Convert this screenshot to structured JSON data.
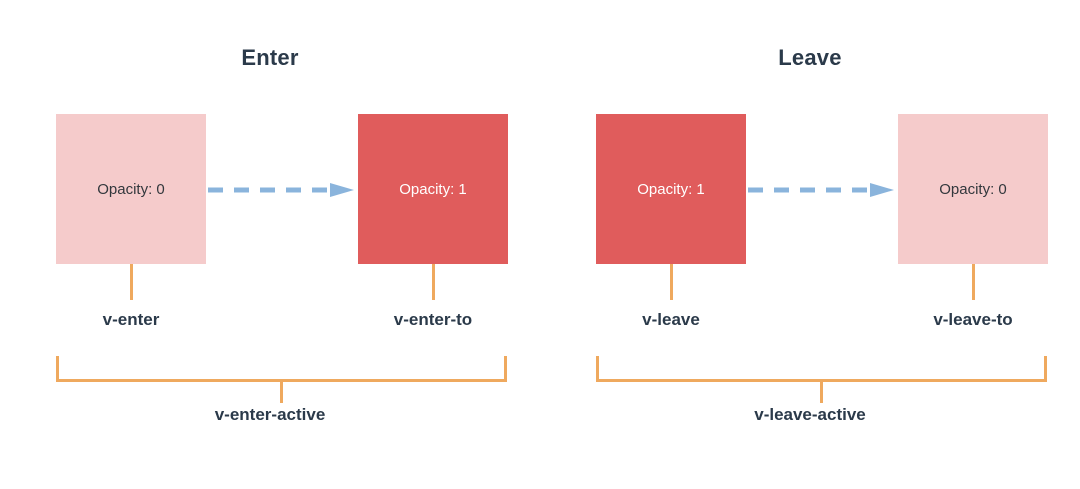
{
  "diagram": {
    "title_color": "#2b3a4a",
    "accent_orange": "#efa95e",
    "arrow_blue": "#8ab4dc",
    "box_light": "#f5cbcb",
    "box_solid": "#e05c5c",
    "background": "#ffffff"
  },
  "groups": [
    {
      "title": "Enter",
      "boxes": [
        {
          "label": "Opacity: 0",
          "style": "light"
        },
        {
          "label": "Opacity: 1",
          "style": "solid"
        }
      ],
      "arrow_icon": "dashed-arrow-right-icon",
      "tick_labels": [
        "v-enter",
        "v-enter-to"
      ],
      "bracket_label": "v-enter-active"
    },
    {
      "title": "Leave",
      "boxes": [
        {
          "label": "Opacity: 1",
          "style": "solid"
        },
        {
          "label": "Opacity: 0",
          "style": "light"
        }
      ],
      "arrow_icon": "dashed-arrow-right-icon",
      "tick_labels": [
        "v-leave",
        "v-leave-to"
      ],
      "bracket_label": "v-leave-active"
    }
  ]
}
